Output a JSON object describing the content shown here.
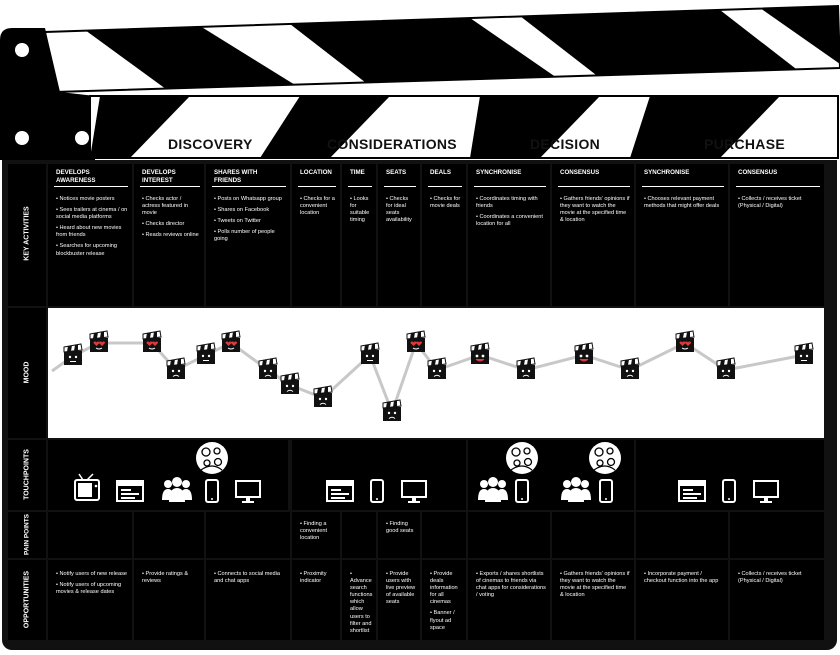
{
  "phases": [
    "DISCOVERY",
    "CONSIDERATIONS",
    "DECISION",
    "PURCHASE"
  ],
  "row_labels": {
    "key_activities": "KEY ACTIVITIES",
    "mood": "MOOD",
    "touchpoints": "TOUCHPOINTS",
    "pain_points": "PAIN POINTS",
    "opportunities": "OPPORTUNITIES"
  },
  "columns": [
    {
      "header": "DEVELOPS AWARENESS",
      "activities": [
        "• Notices movie posters",
        "• Sees trailers at cinema / on social media platforms",
        "• Heard about new movies from friends",
        "• Searches for upcoming blockbuster release"
      ],
      "pain": [],
      "opportunities": [
        "• Notify users of new release",
        "• Notify users of upcoming movies & release dates"
      ]
    },
    {
      "header": "DEVELOPS INTEREST",
      "activities": [
        "• Checks actor / actress featured in movie",
        "• Checks director",
        "• Reads reviews online"
      ],
      "pain": [],
      "opportunities": [
        "• Provide ratings & reviews"
      ]
    },
    {
      "header": "SHARES WITH FRIENDS",
      "activities": [
        "• Posts on Whatsapp group",
        "• Shares on Facebook",
        "• Tweets on Twitter",
        "• Polls number of people going"
      ],
      "pain": [],
      "opportunities": [
        "• Connects to social media and chat apps"
      ]
    },
    {
      "header": "LOCATION",
      "activities": [
        "• Checks for a convenient location"
      ],
      "pain": [
        "• Finding a convenient location"
      ],
      "opportunities": [
        "• Proximity indicator"
      ]
    },
    {
      "header": "TIME",
      "activities": [
        "• Looks for suitable timing"
      ],
      "pain": [],
      "opportunities": [
        "• Advance search functions which allow users to filter and shortlist"
      ]
    },
    {
      "header": "SEATS",
      "activities": [
        "• Checks for ideal seats availability"
      ],
      "pain": [
        "• Finding good seats"
      ],
      "opportunities": [
        "• Provide users with live preview of available seats"
      ]
    },
    {
      "header": "DEALS",
      "activities": [
        "• Checks for movie deals"
      ],
      "pain": [],
      "opportunities": [
        "• Provide deals information for all cinemas",
        "• Banner / flyout ad space"
      ]
    },
    {
      "header": "SYNCHRONISE",
      "activities": [
        "• Coordinates timing with friends",
        "• Coordinates a convenient location for all"
      ],
      "pain": [],
      "opportunities": [
        "• Exports / shares shortlists of cinemas to friends via chat apps for considerations / voting"
      ]
    },
    {
      "header": "CONSENSUS",
      "activities": [
        "• Gathers friends' opinions if they want to watch the movie at the specified time & location"
      ],
      "pain": [],
      "opportunities": [
        "• Gathers friends' opinions if they want to watch the movie at the specified time & location"
      ]
    },
    {
      "header": "SYNCHRONISE",
      "activities": [
        "• Chooses relevant payment methods that might offer deals"
      ],
      "pain": [],
      "opportunities": [
        "• Incorporate payment / checkout function into the app"
      ]
    },
    {
      "header": "CONSENSUS",
      "activities": [
        "• Collects / receives ticket (Physical / Digital)"
      ],
      "pain": [],
      "opportunities": [
        "• Collects / receives ticket (Physical / Digital)"
      ]
    }
  ],
  "mood_points": [
    {
      "mood": "neutral"
    },
    {
      "mood": "love"
    },
    {
      "mood": "love"
    },
    {
      "mood": "sad"
    },
    {
      "mood": "neutral"
    },
    {
      "mood": "love"
    },
    {
      "mood": "sad"
    },
    {
      "mood": "sad"
    },
    {
      "mood": "sad"
    },
    {
      "mood": "neutral"
    },
    {
      "mood": "sad"
    },
    {
      "mood": "love"
    },
    {
      "mood": "sad"
    },
    {
      "mood": "happy"
    },
    {
      "mood": "sad"
    },
    {
      "mood": "happy"
    },
    {
      "mood": "sad"
    },
    {
      "mood": "love"
    },
    {
      "mood": "sad"
    },
    {
      "mood": "neutral"
    }
  ],
  "touchpoint_icons": [
    "tv-icon",
    "browser-icon",
    "group-icon",
    "phone-icon",
    "monitor-icon",
    "chat-apps-icon"
  ],
  "colors": {
    "board": "#111111",
    "cell": "#000000",
    "text": "#ffffff",
    "mood_line": "#c8c8c8",
    "love": "#e03a3a",
    "happy": "#e03a3a"
  }
}
